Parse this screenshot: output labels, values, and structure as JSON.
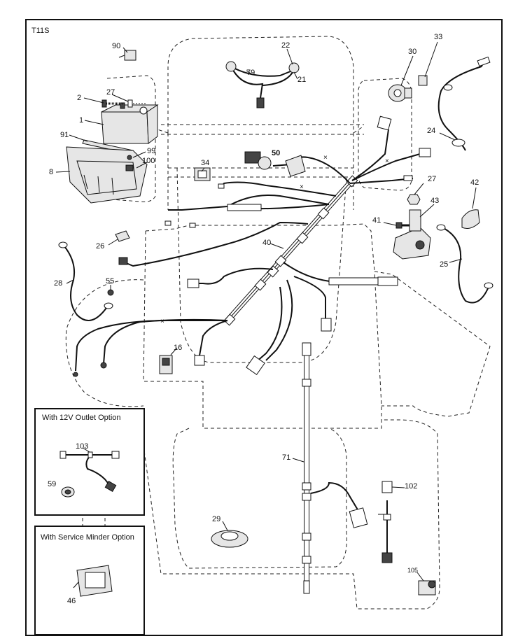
{
  "diagram_code": "T11S",
  "callouts": {
    "p1": "1",
    "p2": "2",
    "p8": "8",
    "p16": "16",
    "p21": "21",
    "p22": "22",
    "p24": "24",
    "p25": "25",
    "p26": "26",
    "p27a": "27",
    "p27b": "27",
    "p28": "28",
    "p29": "29",
    "p30": "30",
    "p33": "33",
    "p34": "34",
    "p40": "40",
    "p41": "41",
    "p42": "42",
    "p43": "43",
    "p46": "46",
    "p50": "50",
    "p55": "55",
    "p59": "59",
    "p71": "71",
    "p79": "79",
    "p90": "90",
    "p91": "91",
    "p99": "99",
    "p100": "100",
    "p102": "102",
    "p103": "103",
    "p105": "105"
  },
  "option_boxes": {
    "outlet_title": "With 12V Outlet Option",
    "minder_title": "With Service Minder Option"
  }
}
